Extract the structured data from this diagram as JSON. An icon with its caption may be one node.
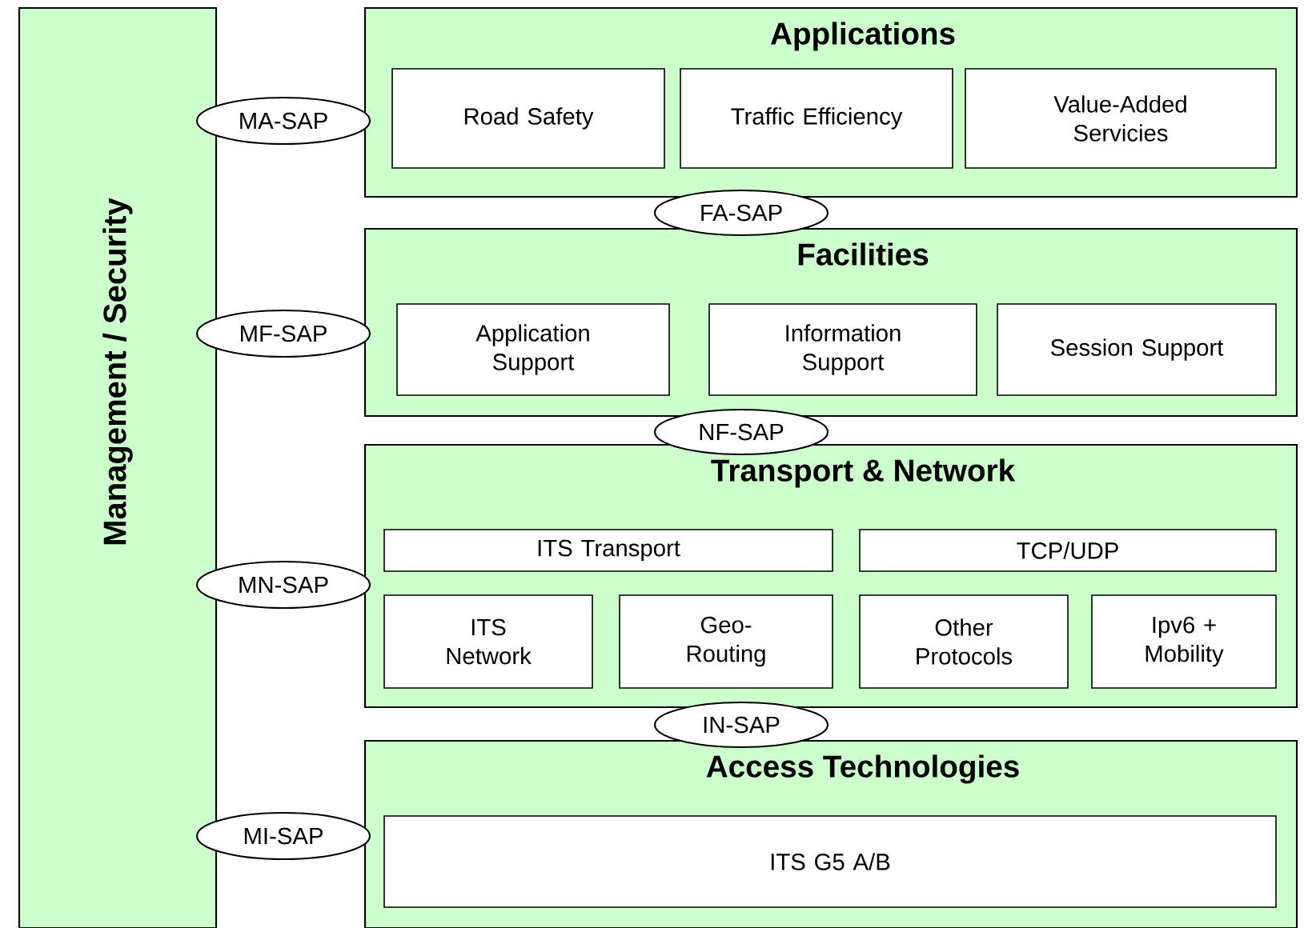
{
  "diagram": {
    "nodes": [
      {
        "text": [
          "Management / Security"
        ]
      },
      {
        "text": [
          "Applications"
        ]
      },
      {
        "text": [
          "Road Safety"
        ],
        "in": 1
      },
      {
        "text": [
          "Traffic Efficiency"
        ],
        "in": 1
      },
      {
        "text": [
          "Value-Added Servicies"
        ],
        "in": 1
      },
      {
        "text": [
          "MA-SAP"
        ]
      },
      {
        "text": [
          "FA-SAP"
        ]
      },
      {
        "text": [
          "Facilities"
        ]
      },
      {
        "text": [
          "Application Support"
        ],
        "in": 7
      },
      {
        "text": [
          "Information Support"
        ],
        "in": 7
      },
      {
        "text": [
          "Session Support"
        ],
        "in": 7
      },
      {
        "text": [
          "MF-SAP"
        ]
      },
      {
        "text": [
          "NF-SAP"
        ]
      },
      {
        "text": [
          "Transport & Network"
        ]
      },
      {
        "text": [
          "ITS Transport"
        ],
        "in": 13
      },
      {
        "text": [
          "TCP/UDP"
        ],
        "in": 13
      },
      {
        "text": [
          "ITS Network"
        ],
        "in": 13
      },
      {
        "text": [
          "Geo-Routing"
        ],
        "in": 13
      },
      {
        "text": [
          "Other Protocols"
        ],
        "in": 13
      },
      {
        "text": [
          "Ipv6 + Mobility"
        ],
        "in": 13
      },
      {
        "text": [
          "MN-SAP"
        ]
      },
      {
        "text": [
          "IN-SAP"
        ]
      },
      {
        "text": [
          "Access Technologies"
        ]
      },
      {
        "text": [
          "ITS G5 A/B"
        ],
        "in": 22
      },
      {
        "text": [
          "MI-SAP"
        ]
      }
    ]
  }
}
